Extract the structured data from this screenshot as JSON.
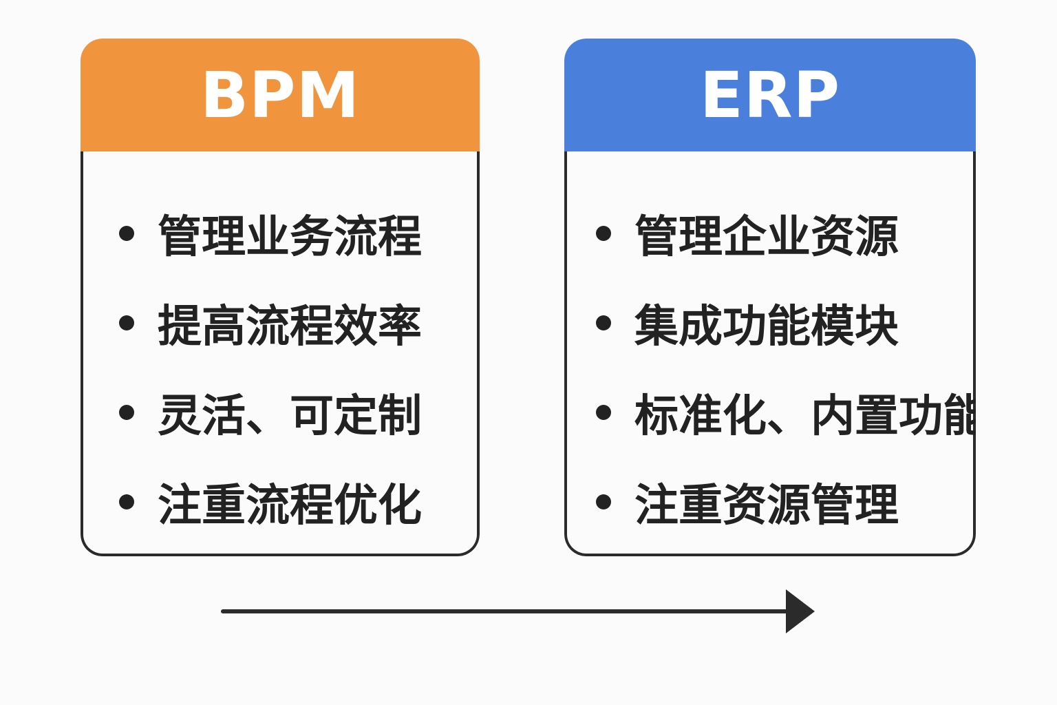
{
  "colors": {
    "bpm_header": "#F0943D",
    "erp_header": "#4A80DC",
    "text": "#222222",
    "border": "#2B2B2B"
  },
  "bpm": {
    "title": "BPM",
    "items": [
      "管理业务流程",
      "提高流程效率",
      "灵活、可定制",
      "注重流程优化"
    ]
  },
  "erp": {
    "title": "ERP",
    "items": [
      "管理企业资源",
      "集成功能模块",
      "标准化、内置功能",
      "注重资源管理"
    ]
  },
  "arrow": {
    "direction": "right",
    "icon": "arrow-right-icon"
  }
}
